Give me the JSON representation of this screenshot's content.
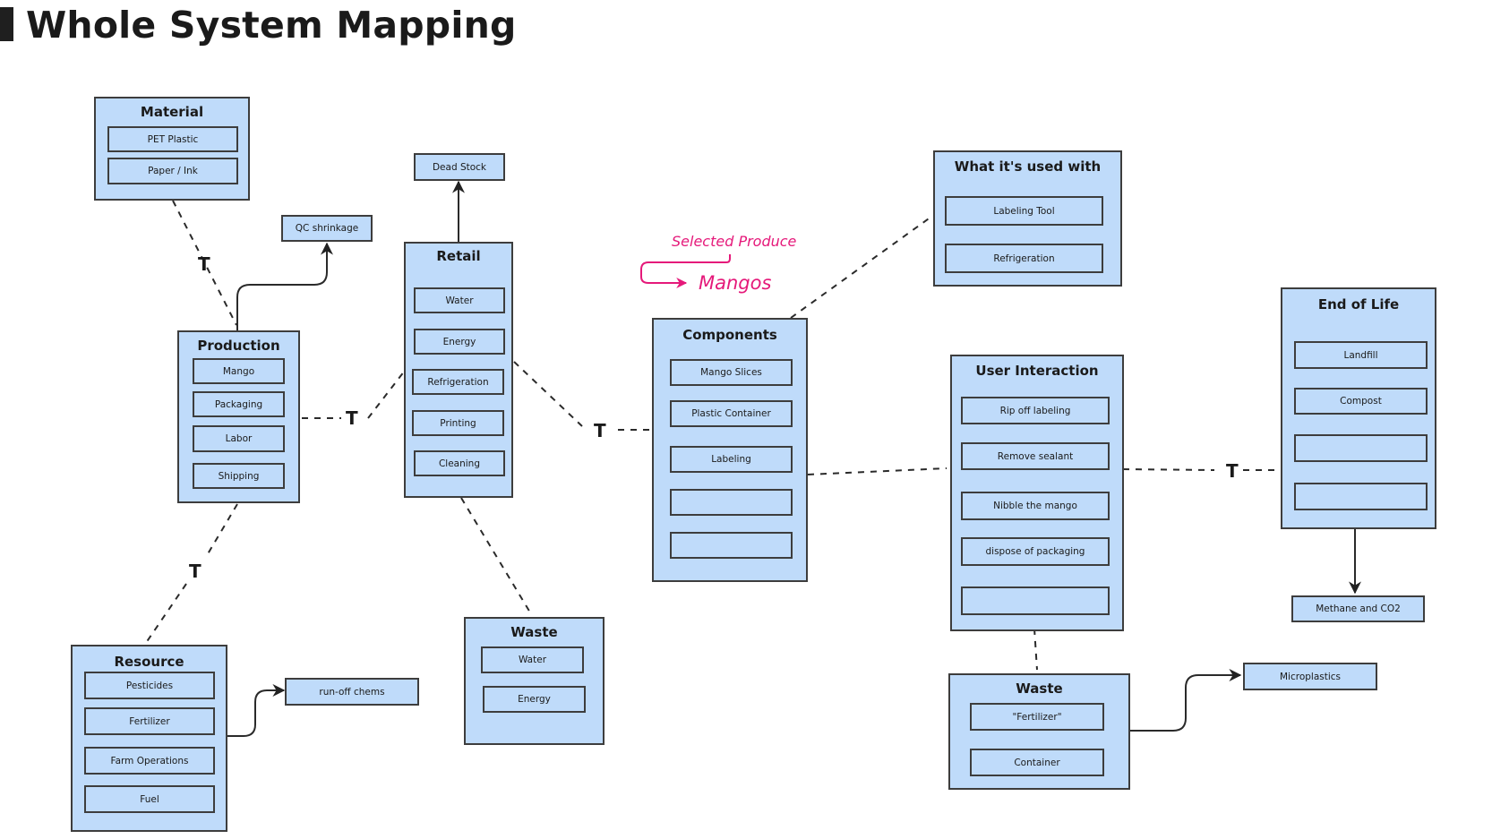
{
  "title": "Whole System Mapping",
  "annotation": {
    "label": "Selected Produce",
    "value": "Mangos",
    "color": "#e5197a"
  },
  "colors": {
    "box_fill": "#bfdbfa",
    "border": "#3d3d3d",
    "accent": "#e5197a"
  },
  "tee_label": "T",
  "groups": {
    "material": {
      "title": "Material",
      "items": [
        "PET Plastic",
        "Paper / Ink"
      ]
    },
    "production": {
      "title": "Production",
      "items": [
        "Mango",
        "Packaging",
        "Labor",
        "Shipping"
      ]
    },
    "retail": {
      "title": "Retail",
      "items": [
        "Water",
        "Energy",
        "Refrigeration",
        "Printing",
        "Cleaning"
      ]
    },
    "components": {
      "title": "Components",
      "items": [
        "Mango Slices",
        "Plastic Container",
        "Labeling",
        "",
        ""
      ]
    },
    "used_with": {
      "title": "What it's used with",
      "items": [
        "Labeling Tool",
        "Refrigeration"
      ]
    },
    "user_interaction": {
      "title": "User Interaction",
      "items": [
        "Rip off labeling",
        "Remove sealant",
        "Nibble the mango",
        "dispose of packaging",
        ""
      ]
    },
    "end_of_life": {
      "title": "End of Life",
      "items": [
        "Landfill",
        "Compost",
        "",
        ""
      ]
    },
    "resource": {
      "title": "Resource",
      "items": [
        "Pesticides",
        "Fertilizer",
        "Farm Operations",
        "Fuel"
      ]
    },
    "retail_waste": {
      "title": "Waste",
      "items": [
        "Water",
        "Energy"
      ]
    },
    "user_waste": {
      "title": "Waste",
      "items": [
        "\"Fertilizer\"",
        "Container"
      ]
    }
  },
  "outputs": {
    "dead_stock": "Dead Stock",
    "qc_shrinkage": "QC shrinkage",
    "run_off_chems": "run-off chems",
    "methane": "Methane and CO2",
    "microplastics": "Microplastics"
  }
}
